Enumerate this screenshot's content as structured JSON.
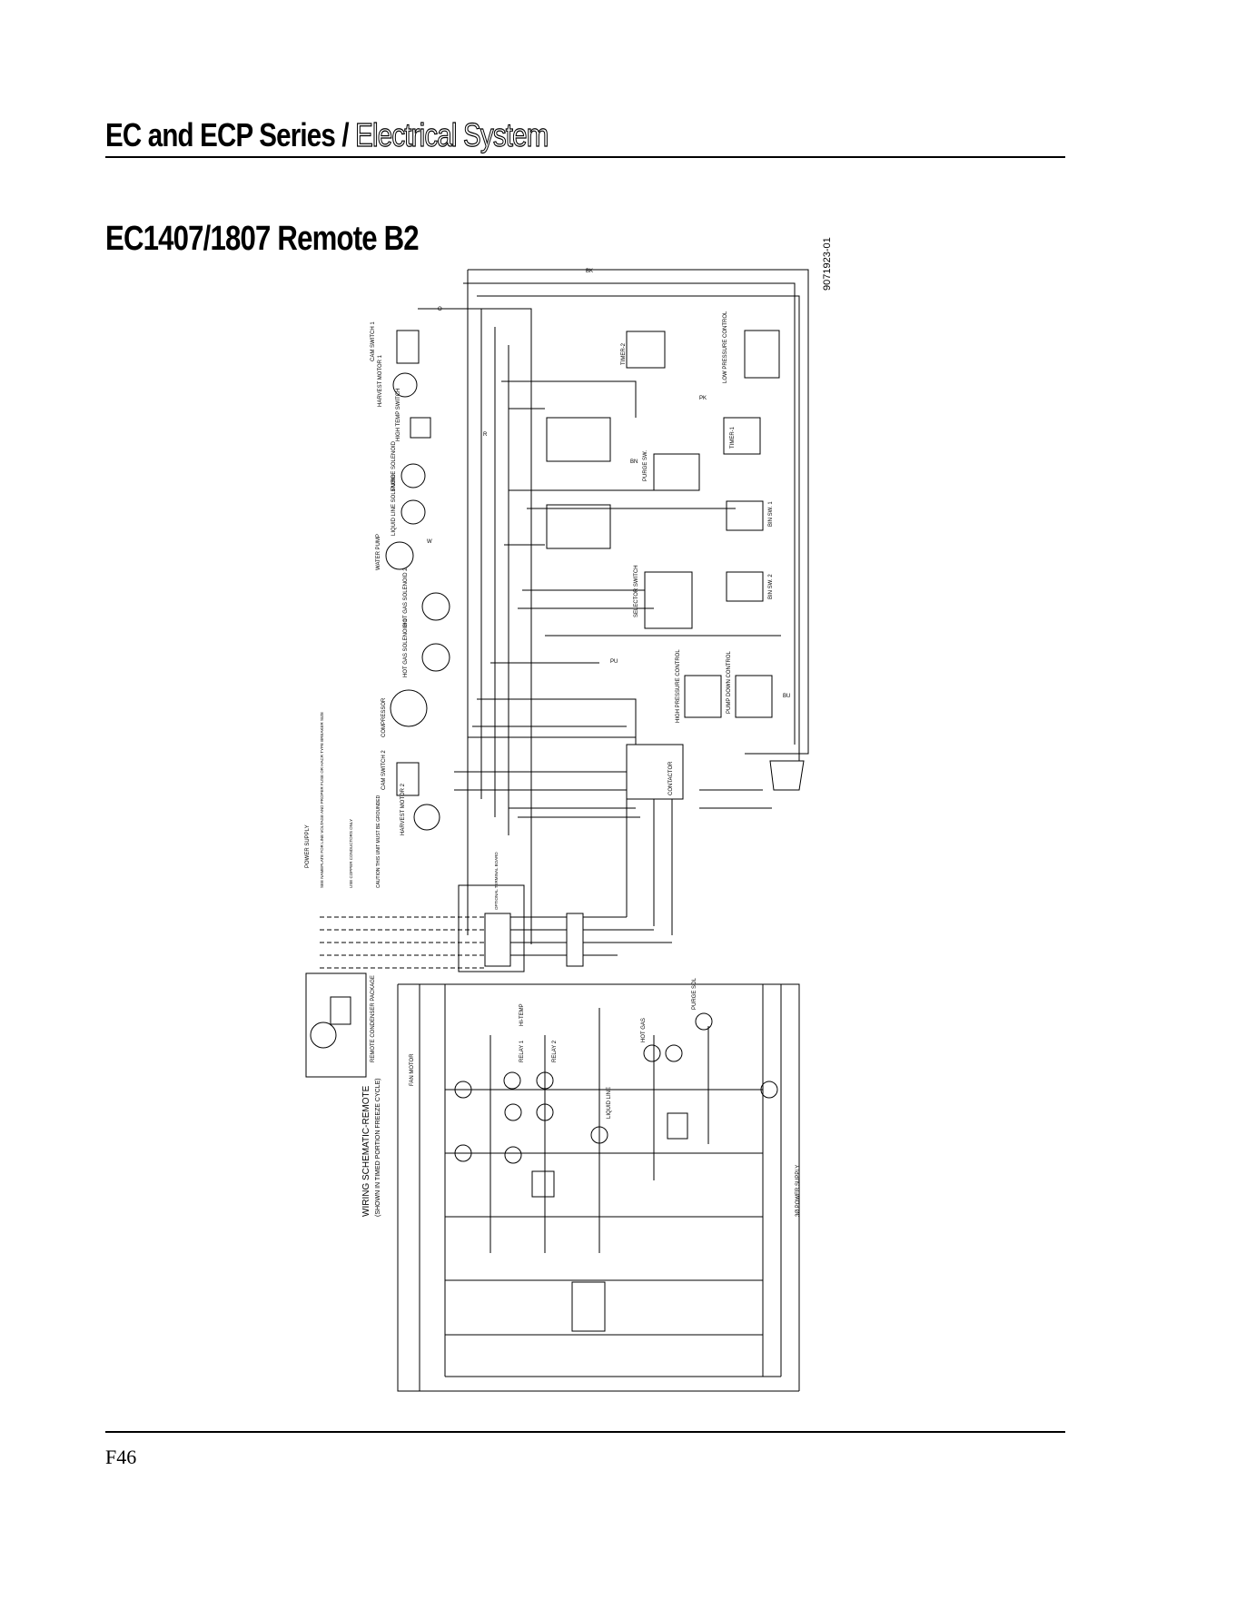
{
  "header": {
    "series": "EC and ECP Series",
    "separator": " / ",
    "section": "Electrical System"
  },
  "title": "EC1407/1807 Remote B2",
  "drawing_number": "9071923-01",
  "diagram_labels": {
    "cam_switch_1": "CAM SWITCH 1",
    "harvest_motor_1": "HARVEST MOTOR 1",
    "high_temp_switch": "HIGH TEMP SWITCH",
    "purge_solenoid": "PURGE SOLENOID",
    "liquid_line_solenoid": "LIQUID LINE SOLENOID",
    "water_pump": "WATER PUMP",
    "hot_gas_solenoid_2": "HOT GAS SOLENOID 2",
    "hot_gas_solenoid_1": "HOT GAS SOLENOID 1",
    "compressor": "COMPRESSOR",
    "cam_switch_2": "CAM SWITCH 2",
    "harvest_motor_2": "HARVEST MOTOR 2",
    "timer_2": "TIMER-2",
    "timer_1": "TIMER-1",
    "low_pressure_control": "LOW PRESSURE CONTROL",
    "purge_sw": "PURGE SW.",
    "selector_switch": "SELECTOR SWITCH",
    "bin_sw_1": "BIN SW. 1",
    "bin_sw_2": "BIN SW. 2",
    "high_pressure_control": "HIGH PRESSURE CONTROL",
    "pump_down_control": "PUMP DOWN CONTROL",
    "contactor": "CONTACTOR",
    "power_supply": "POWER SUPPLY",
    "nameplate_note": "SEE NAMEPLATE FOR LINE VOLTAGE AND PROPER FUSE OR HACR TYPE BREAKER SIZE",
    "copper_note": "USE COPPER CONDUCTORS ONLY",
    "caution": "CAUTION THIS UNIT MUST BE GROUNDED",
    "optional_terminal_board": "OPTIONAL TERMINAL BOARD",
    "remote_condenser_package": "REMOTE CONDENSER PACKAGE",
    "fan_motor": "FAN MOTOR",
    "wiring_schematic": "WIRING SCHEMATIC-REMOTE",
    "schematic_note": "(SHOWN IN TIMED PORTION FREEZE CYCLE)",
    "power_supply_3ph": "3Ø POWER SUPPLY",
    "relay_1": "RELAY 1",
    "relay_2": "RELAY 2",
    "liquid_line": "LIQUID LINE",
    "hi_temp": "HI-TEMP",
    "hot_gas": "HOT GAS",
    "purge_sol": "PURGE SOL"
  },
  "wire_colors": {
    "bk": "BK",
    "r": "R",
    "pk": "PK",
    "pu": "PU",
    "bu": "BU",
    "o": "O",
    "bn": "BN",
    "w": "W"
  },
  "footer": {
    "page": "F46"
  }
}
